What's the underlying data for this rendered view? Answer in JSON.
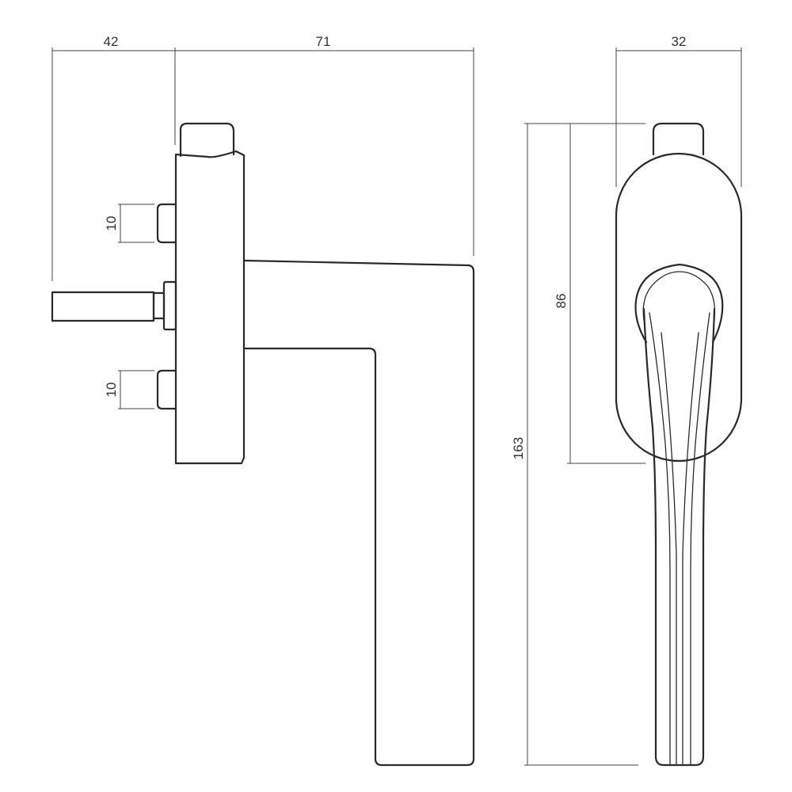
{
  "drawing": {
    "subject": "window handle technical drawing",
    "views": [
      "side-view",
      "front-view"
    ],
    "line_color": "#2a2a2a",
    "background": "#ffffff"
  },
  "dimensions": {
    "side_spindle_offset": "42",
    "side_projection": "71",
    "side_boss_upper": "10",
    "side_boss_lower": "10",
    "front_rose_width": "32",
    "front_rose_height": "86",
    "front_total_height": "163"
  }
}
